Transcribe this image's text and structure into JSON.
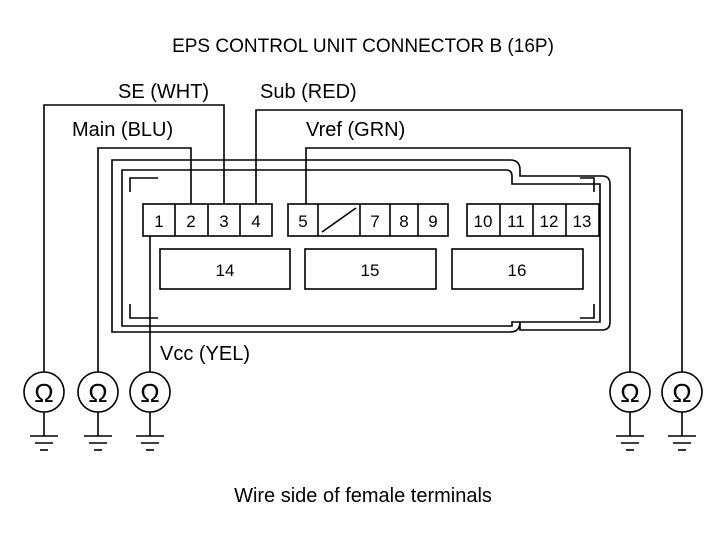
{
  "title": "EPS CONTROL UNIT CONNECTOR B (16P)",
  "caption": "Wire side of female terminals",
  "wire_labels": {
    "se": "SE (WHT)",
    "sub": "Sub (RED)",
    "main": "Main (BLU)",
    "vref": "Vref (GRN)",
    "vcc": "Vcc (YEL)"
  },
  "pins_row1": [
    "1",
    "2",
    "3",
    "4",
    "5",
    "",
    "7",
    "8",
    "9",
    "10",
    "11",
    "12",
    "13"
  ],
  "pins_large": [
    "14",
    "15",
    "16"
  ],
  "meter_symbol": "Ω"
}
